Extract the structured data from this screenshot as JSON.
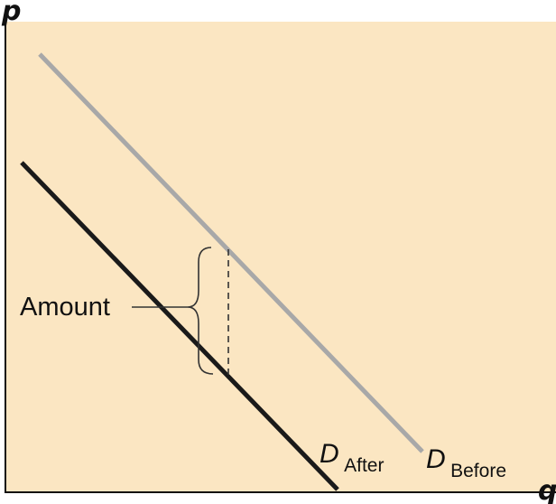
{
  "axes": {
    "y_label": "p",
    "x_label": "q"
  },
  "curves": {
    "before": {
      "label_main": "D",
      "label_sub": "Before",
      "color": "#a8a8a8"
    },
    "after": {
      "label_main": "D",
      "label_sub": "After",
      "color": "#1a1a1a"
    }
  },
  "annotation": {
    "label": "Amount"
  },
  "colors": {
    "plot_background": "#fbe6c2",
    "axis": "#111111",
    "bracket": "#333333"
  }
}
